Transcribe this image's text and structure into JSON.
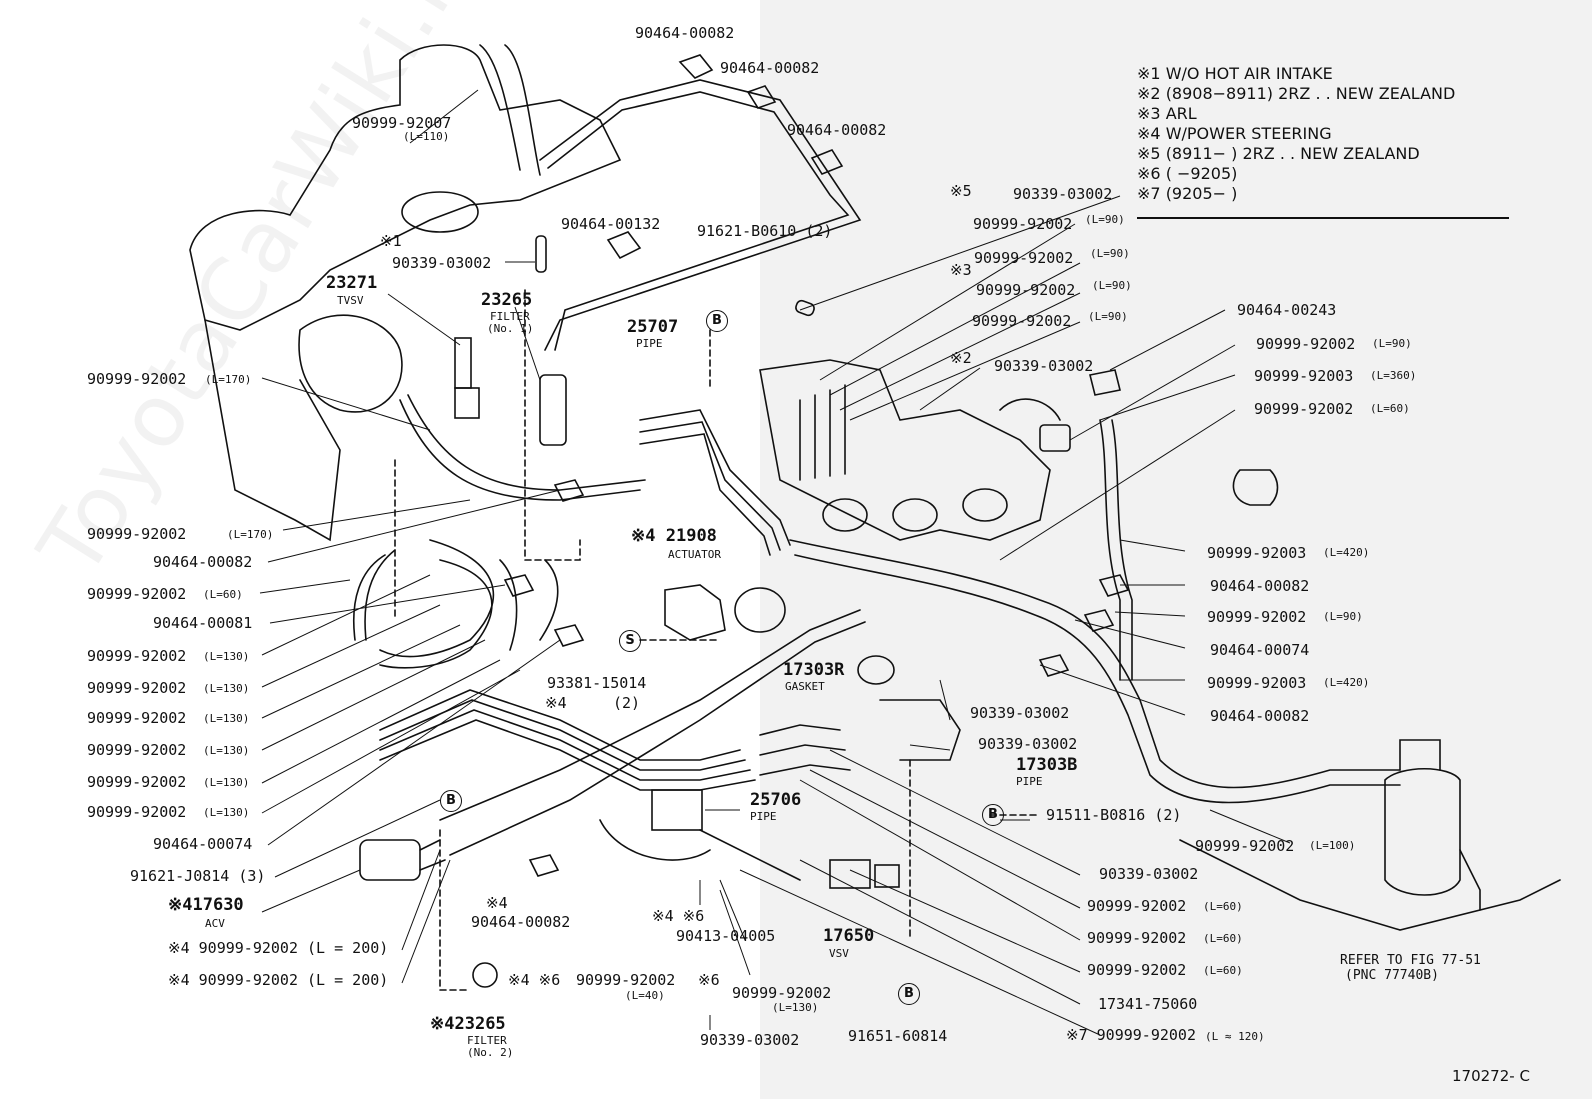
{
  "watermark": "ToyotaCarWiki.ru",
  "notes": [
    {
      "mark": "※1",
      "text": "W/O HOT AIR INTAKE"
    },
    {
      "mark": "※2",
      "text": "(8908−8911) 2RZ . . NEW ZEALAND"
    },
    {
      "mark": "※3",
      "text": "ARL"
    },
    {
      "mark": "※4",
      "text": "W/POWER STEERING"
    },
    {
      "mark": "※5",
      "text": "(8911−       ) 2RZ . . NEW ZEALAND"
    },
    {
      "mark": "※6",
      "text": "(        −9205)"
    },
    {
      "mark": "※7",
      "text": "(9205−        )"
    }
  ],
  "parts": {
    "clamp_top_1": "90464-00082",
    "clamp_top_2": "90464-00082",
    "clamp_top_3": "90464-00082",
    "hose_l110": "90999-92007",
    "hose_l110_len": "(L=110)",
    "note1_mark": "※1",
    "plug_90339_a": "90339-03002",
    "clamp_00132": "90464-00132",
    "pipe_b0610": "91621-B0610 (2)",
    "tvsv_num": "23271",
    "tvsv_name": "TVSV",
    "filter1_num": "23265",
    "filter1_name": "FILTER",
    "filter1_sub": "(No. 1)",
    "pipe25707_num": "25707",
    "pipe25707_name": "PIPE",
    "hose_l170_a": "90999-92002",
    "hose_l170_a_len": "(L=170)",
    "hose_l170_b": "90999-92002",
    "hose_l170_b_len": "(L=170)",
    "clamp_00082_left": "90464-00082",
    "hose_l60_left": "90999-92002",
    "hose_l60_left_len": "(L=60)",
    "clamp_00081": "90464-00081",
    "hose_l130_1": "90999-92002",
    "hose_l130_2": "90999-92002",
    "hose_l130_3": "90999-92002",
    "hose_l130_4": "90999-92002",
    "hose_l130_5": "90999-92002",
    "hose_l130_6": "90999-92002",
    "len_l130": "(L=130)",
    "clamp_00074_left": "90464-00074",
    "pipe_j0814": "91621-J0814 (3)",
    "acv_mark": "※4",
    "acv_num": "17630",
    "acv_name": "ACV",
    "hose_l200_1": "90999-92002",
    "hose_l200_2": "90999-92002",
    "len_l200": "(L = 200)",
    "mark4": "※4",
    "clamp_00082_bottom": "90464-00082",
    "filter2_mark": "※4",
    "filter2_num": "23265",
    "filter2_name": "FILTER",
    "filter2_sub": "(No. 2)",
    "mark46_a": "※4 ※6",
    "mark46_b": "※4 ※6",
    "hose_l40": "90999-92002",
    "hose_l40_len": "(L=40)",
    "mark6": "※6",
    "hose_l130_bottom": "90999-92002",
    "hose_l130_bottom_len": "(L=130)",
    "plug_bottom": "90339-03002",
    "valve_04005": "90413-04005",
    "actuator_mark": "※4",
    "actuator_num": "21908",
    "actuator_name": "ACTUATOR",
    "bolt_15014": "93381-15014",
    "bolt_15014_mark": "※4",
    "bolt_15014_qty": "(2)",
    "pipe25706_num": "25706",
    "pipe25706_name": "PIPE",
    "vsv_num": "17650",
    "vsv_name": "VSV",
    "pipe_60814": "91651-60814",
    "gasket_num": "17303R",
    "gasket_name": "GASKET",
    "pipe17303b_num": "17303B",
    "pipe17303b_name": "PIPE",
    "plug_mid_1": "90339-03002",
    "plug_mid_2": "90339-03002",
    "pipe_b0816": "91511-B0816 (2)",
    "plug_mid_3": "90339-03002",
    "hose_l60_r1": "90999-92002",
    "hose_l60_r2": "90999-92002",
    "hose_l60_r3": "90999-92002",
    "len_l60": "(L=60)",
    "bracket_75060": "17341-75060",
    "mark7": "※7",
    "hose_l120": "90999-92002",
    "hose_l120_len": "(L ≈ 120)",
    "mark5": "※5",
    "plug_top_right": "90339-03002",
    "hose_l90_1": "90999-92002",
    "hose_l90_2": "90999-92002",
    "hose_l90_3": "90999-92002",
    "hose_l90_4": "90999-92002",
    "len_l90": "(L=90)",
    "mark3": "※3",
    "mark2": "※2",
    "plug_mark2": "90339-03002",
    "clamp_00243": "90464-00243",
    "hose_r_l90": "90999-92002",
    "hose_l360": "90999-92003",
    "hose_l360_len": "(L=360)",
    "hose_r_l60": "90999-92002",
    "hose_l420_a": "90999-92003",
    "len_l420": "(L=420)",
    "clamp_r_00082_a": "90464-00082",
    "hose_r2_l90": "90999-92002",
    "clamp_r_00074": "90464-00074",
    "hose_l420_b": "90999-92003",
    "clamp_r_00082_b": "90464-00082",
    "hose_l100": "90999-92002",
    "hose_l100_len": "(L=100)",
    "refer_fig": "REFER TO FIG 77-51",
    "refer_pnc": "(PNC 77740B)",
    "fig_id": "170272- C"
  },
  "circle_labels": [
    "B",
    "S",
    "B",
    "B",
    "B"
  ]
}
